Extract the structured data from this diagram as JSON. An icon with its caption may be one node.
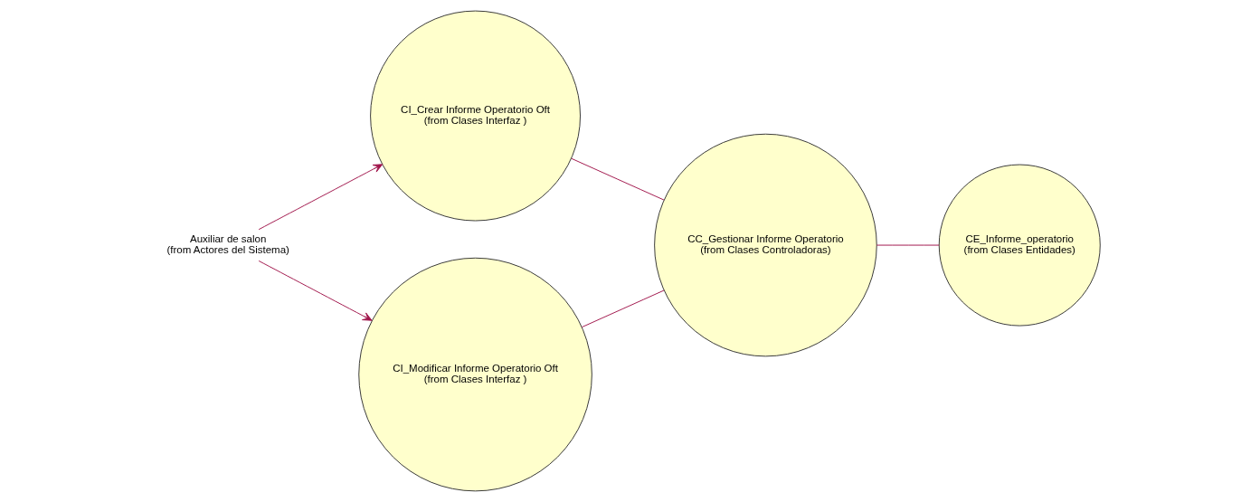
{
  "diagram": {
    "nodes": [
      {
        "text": [
          "Auxiliar de salon",
          "(from Actores del Sistema)"
        ]
      },
      {
        "text": [
          "CI_Crear Informe Operatorio Oft",
          "(from Clases Interfaz )"
        ]
      },
      {
        "text": [
          "CI_Modificar Informe Operatorio Oft",
          "(from Clases Interfaz )"
        ]
      },
      {
        "text": [
          "CC_Gestionar Informe Operatorio",
          "(from Clases Controladoras)"
        ]
      },
      {
        "text": [
          "CE_Informe_operatorio",
          "(from Clases Entidades)"
        ]
      }
    ],
    "edges": [
      {
        "from": 0,
        "to": 1,
        "arrow": "to"
      },
      {
        "from": 0,
        "to": 2,
        "arrow": "to"
      },
      {
        "from": 1,
        "to": 3,
        "arrow": "none"
      },
      {
        "from": 2,
        "to": 3,
        "arrow": "none"
      },
      {
        "from": 3,
        "to": 4,
        "arrow": "none"
      }
    ]
  }
}
